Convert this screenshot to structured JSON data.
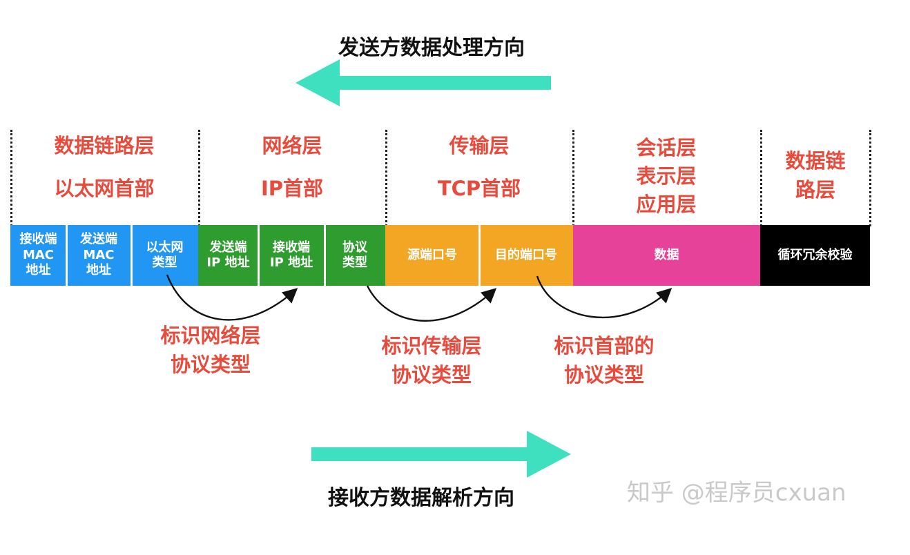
{
  "top_direction": {
    "title": "发送方数据处理方向",
    "arrow_color": "#3ee0c0",
    "arrow_direction": "left"
  },
  "bottom_direction": {
    "title": "接收方数据解析方向",
    "arrow_color": "#3ee0c0",
    "arrow_direction": "right"
  },
  "layers": [
    {
      "name": "数据链路层",
      "header": "以太网首部"
    },
    {
      "name": "网络层",
      "header": "IP首部"
    },
    {
      "name": "传输层",
      "header": "TCP首部"
    },
    {
      "name": "会话层\n表示层\n应用层"
    },
    {
      "name": "数据链\n路层"
    }
  ],
  "fields": [
    {
      "label": "接收端\nMAC\n地址",
      "color": "#2196f3"
    },
    {
      "label": "发送端\nMAC\n地址",
      "color": "#2196f3"
    },
    {
      "label": "以太网\n类型",
      "color": "#2196f3"
    },
    {
      "label": "发送端\nIP 地址",
      "color": "#2e9c2e"
    },
    {
      "label": "接收端\nIP 地址",
      "color": "#2e9c2e"
    },
    {
      "label": "协议\n类型",
      "color": "#2e9c2e"
    },
    {
      "label": "源端口号",
      "color": "#f2a623"
    },
    {
      "label": "目的端口号",
      "color": "#f2a623"
    },
    {
      "label": "数据",
      "color": "#e6429a"
    },
    {
      "label": "循环冗余校验",
      "color": "#000000"
    }
  ],
  "annotations": [
    {
      "text": "标识网络层\n协议类型"
    },
    {
      "text": "标识传输层\n协议类型"
    },
    {
      "text": "标识首部的\n协议类型"
    }
  ],
  "watermark": "知乎 @程序员cxuan",
  "colors": {
    "label_red": "#e84b3c",
    "separator": "#ffffff"
  }
}
